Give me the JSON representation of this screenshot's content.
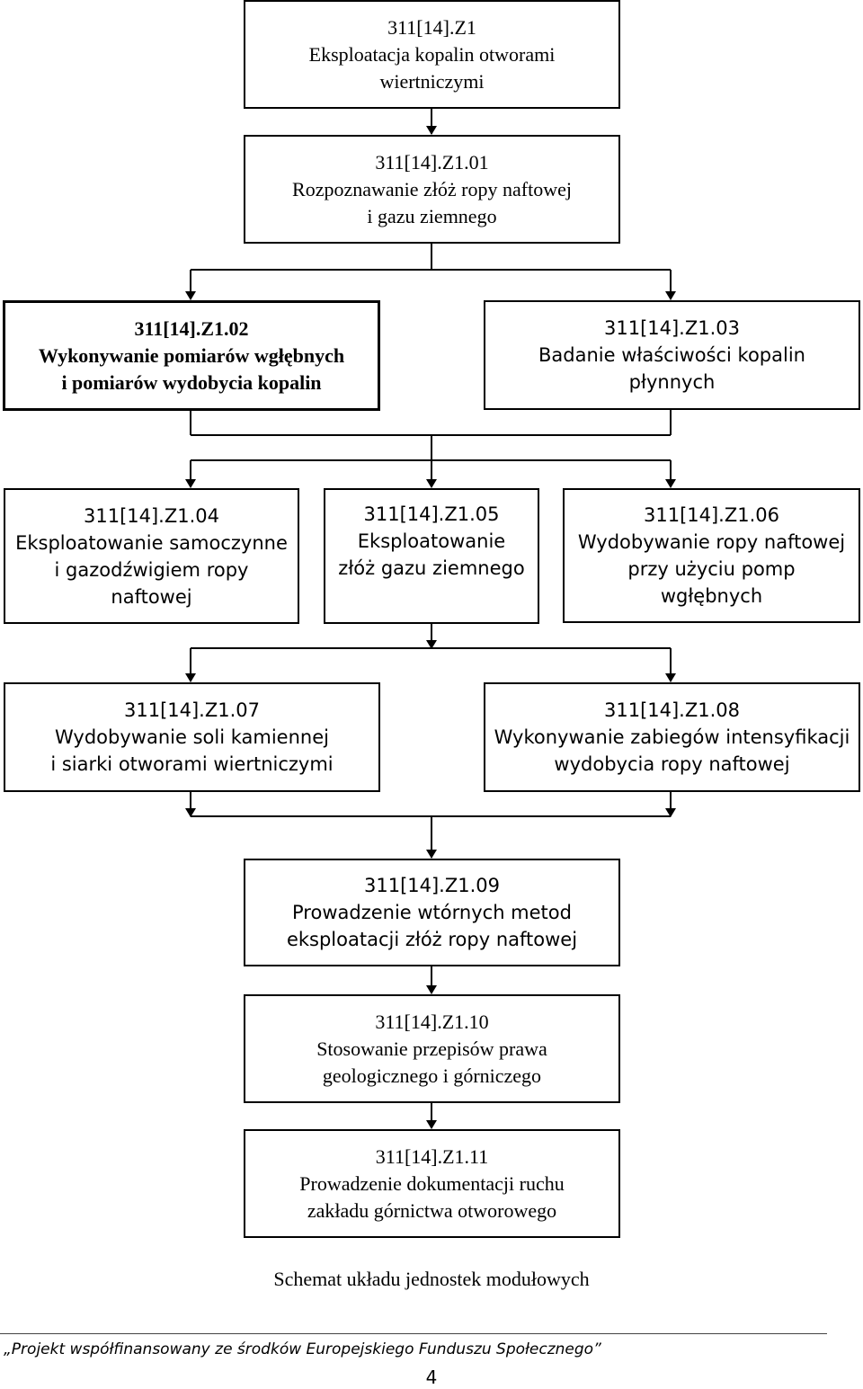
{
  "boxes": {
    "z1": {
      "code": "311[14].Z1",
      "l1": "Eksploatacja kopalin otworami",
      "l2": "wiertniczymi"
    },
    "z101": {
      "code": "311[14].Z1.01",
      "l1": "Rozpoznawanie złóż ropy naftowej",
      "l2": "i gazu ziemnego"
    },
    "z102": {
      "code": "311[14].Z1.02",
      "l1": "Wykonywanie pomiarów wgłębnych",
      "l2": "i pomiarów wydobycia kopalin"
    },
    "z103": {
      "code": "311[14].Z1.03",
      "l1": "Badanie właściwości kopalin",
      "l2": "płynnych"
    },
    "z104": {
      "code": "311[14].Z1.04",
      "l1": "Eksploatowanie samoczynne",
      "l2": "i gazodźwigiem ropy",
      "l3": "naftowej"
    },
    "z105": {
      "code": "311[14].Z1.05",
      "l1": "Eksploatowanie",
      "l2": "złóż gazu ziemnego"
    },
    "z106": {
      "code": "311[14].Z1.06",
      "l1": "Wydobywanie ropy naftowej",
      "l2": "przy użyciu pomp",
      "l3": "wgłębnych"
    },
    "z107": {
      "code": "311[14].Z1.07",
      "l1": "Wydobywanie soli kamiennej",
      "l2": "i siarki otworami wiertniczymi"
    },
    "z108": {
      "code": "311[14].Z1.08",
      "l1": "Wykonywanie zabiegów intensyfikacji",
      "l2": "wydobycia ropy naftowej"
    },
    "z109": {
      "code": "311[14].Z1.09",
      "l1": "Prowadzenie wtórnych metod",
      "l2": "eksploatacji złóż ropy naftowej"
    },
    "z110": {
      "code": "311[14].Z1.10",
      "l1": "Stosowanie przepisów prawa",
      "l2": "geologicznego i górniczego"
    },
    "z111": {
      "code": "311[14].Z1.11",
      "l1": "Prowadzenie dokumentacji ruchu",
      "l2": "zakładu górnictwa otworowego"
    }
  },
  "caption": "Schemat układu jednostek modułowych",
  "footer": "„Projekt współfinansowany ze środków Europejskiego Funduszu Społecznego”",
  "page_number": "4"
}
